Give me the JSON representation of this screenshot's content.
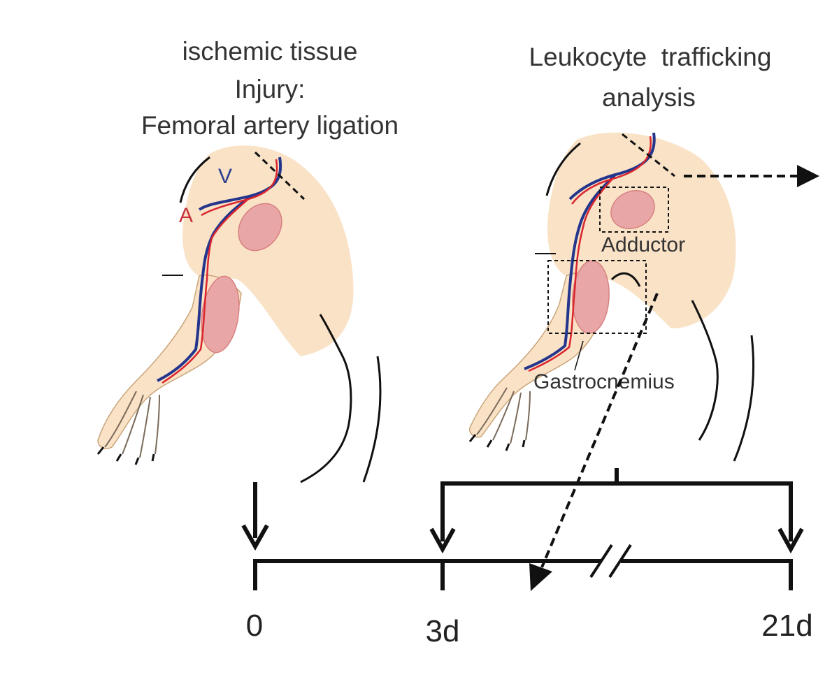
{
  "left_panel": {
    "title_lines": [
      "ischemic tissue",
      "Injury:",
      "Femoral artery ligation"
    ],
    "artery_label": "A",
    "vein_label": "V"
  },
  "right_panel": {
    "title_lines": [
      "Leukocyte  trafficking",
      "analysis"
    ],
    "adductor_label": "Adductor",
    "gastrocnemius_label": "Gastrocnemius"
  },
  "timeline": {
    "ticks": [
      "0",
      "3d",
      "21d"
    ]
  },
  "colors": {
    "skin": "#f9e2c6",
    "skin_dark": "#f3d3ad",
    "muscle": "#e8a6a6",
    "artery": "#d9262f",
    "vein": "#23358c",
    "ink": "#111111"
  }
}
